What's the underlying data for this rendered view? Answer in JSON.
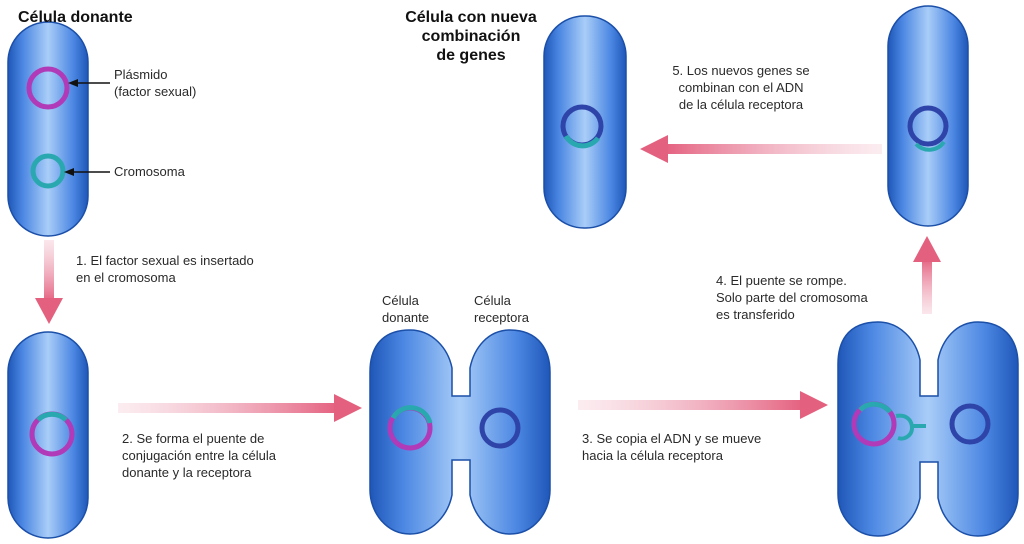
{
  "titles": {
    "donor_cell": "Célula donante",
    "new_cell": [
      "Célula con nueva",
      "combinación",
      "de genes"
    ]
  },
  "labels": {
    "plasmid": [
      "Plásmido",
      "(factor sexual)"
    ],
    "chromosome": "Cromosoma",
    "pair_donor": [
      "Célula",
      "donante"
    ],
    "pair_recipient": [
      "Célula",
      "receptora"
    ]
  },
  "steps": {
    "step1": [
      "1. El factor sexual es insertado",
      "en el cromosoma"
    ],
    "step2": [
      "2. Se forma el puente de",
      "conjugación entre la célula",
      "donante y la receptora"
    ],
    "step3": [
      "3. Se copia el ADN y se mueve",
      "hacia la célula receptora"
    ],
    "step4": [
      "4. El puente se rompe.",
      "Solo parte del cromosoma",
      "es transferido"
    ],
    "step5": [
      "5. Los nuevos genes se",
      "combinan con el ADN",
      "de la célula receptora"
    ]
  },
  "colors": {
    "cell_fill": "#4f8fe6",
    "cell_edge": "#1f57b8",
    "plasmid": "#b03ab8",
    "chromosome": "#2aa8b0",
    "recipient_dna": "#2f44a8",
    "arrow": "#e8708c"
  }
}
